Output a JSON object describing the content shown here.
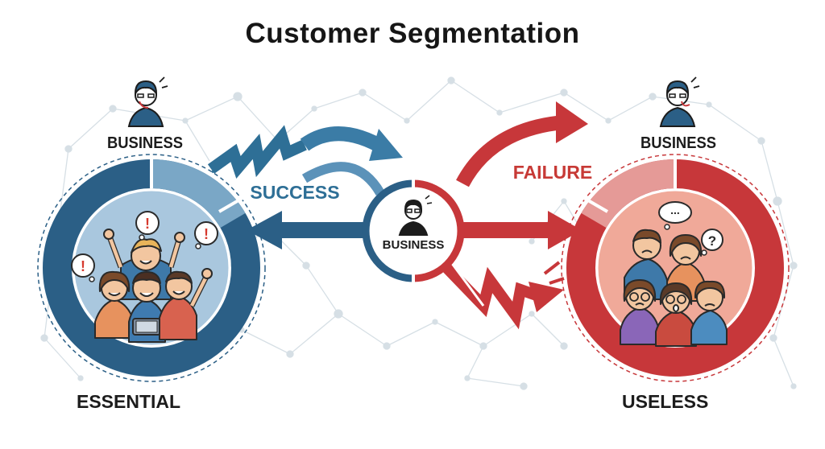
{
  "title": "Customer Segmentation",
  "labels": {
    "left_business": "BUSINESS",
    "right_business": "BUSINESS",
    "center_business": "BUSINESS",
    "success": "SUCCESS",
    "failure": "FAILURE",
    "essential": "ESSENTIAL",
    "useless": "USELESS"
  },
  "colors": {
    "success_blue": "#2b5f86",
    "success_light": "#7aa7c6",
    "failure_red": "#c7373a",
    "failure_light": "#e59a97",
    "network": "#d4dde3"
  },
  "icons": {
    "thought_bubbles_left": [
      "!",
      "!",
      "!"
    ],
    "thought_bubbles_right": [
      "...",
      "?"
    ]
  }
}
